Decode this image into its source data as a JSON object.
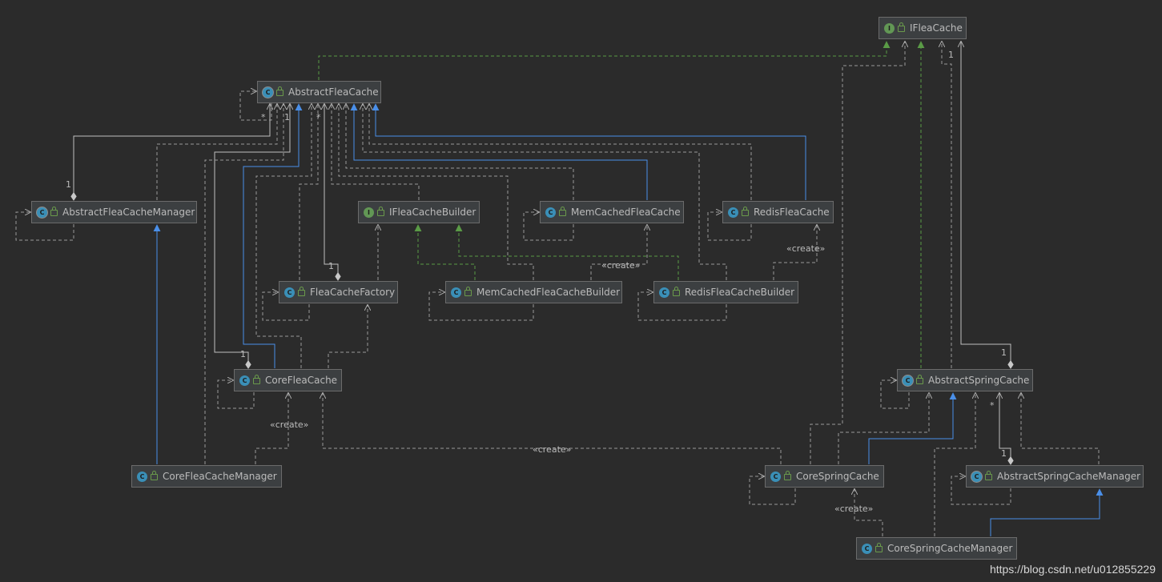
{
  "colors": {
    "background": "#2b2b2b",
    "node_fill": "#3c3f41",
    "node_border": "#6b6b6b",
    "text": "#bbbbbb",
    "dependency_line": "#9a9a9a",
    "association_line": "#bfbfbf",
    "inheritance_line": "#4a8fe8",
    "realization_line": "#5a9b46",
    "class_badge": "#3a8fb7",
    "interface_badge": "#629755"
  },
  "nodes": {
    "ifleacache": {
      "label": "IFleaCache",
      "kind": "interface",
      "icon": "interface-icon"
    },
    "abstractfleacache": {
      "label": "AbstractFleaCache",
      "kind": "abstract-class",
      "icon": "abstract-class-icon"
    },
    "abstractfleacachemanager": {
      "label": "AbstractFleaCacheManager",
      "kind": "abstract-class",
      "icon": "abstract-class-icon"
    },
    "ifleacachebuilder": {
      "label": "IFleaCacheBuilder",
      "kind": "interface",
      "icon": "interface-icon"
    },
    "memcachedfleacache": {
      "label": "MemCachedFleaCache",
      "kind": "class",
      "icon": "class-icon"
    },
    "redisfleacache": {
      "label": "RedisFleaCache",
      "kind": "class",
      "icon": "class-icon"
    },
    "fleacachefactory": {
      "label": "FleaCacheFactory",
      "kind": "class",
      "icon": "class-icon"
    },
    "memcachedfleacachebuilder": {
      "label": "MemCachedFleaCacheBuilder",
      "kind": "class",
      "icon": "class-icon"
    },
    "redisfleacachebuilder": {
      "label": "RedisFleaCacheBuilder",
      "kind": "class",
      "icon": "class-icon"
    },
    "corefleacache": {
      "label": "CoreFleaCache",
      "kind": "class",
      "icon": "class-icon"
    },
    "corefleacachemanager": {
      "label": "CoreFleaCacheManager",
      "kind": "class",
      "icon": "class-icon"
    },
    "abstractspringcache": {
      "label": "AbstractSpringCache",
      "kind": "abstract-class",
      "icon": "abstract-class-icon"
    },
    "corespringcache": {
      "label": "CoreSpringCache",
      "kind": "class",
      "icon": "class-icon"
    },
    "abstractspringcachemanager": {
      "label": "AbstractSpringCacheManager",
      "kind": "abstract-class",
      "icon": "abstract-class-icon"
    },
    "corespringcachemanager": {
      "label": "CoreSpringCacheManager",
      "kind": "class",
      "icon": "class-icon"
    }
  },
  "edge_labels": {
    "create_redis": "«create»",
    "create_memcached": "«create»",
    "create_core": "«create»",
    "create_core_long": "«create»",
    "create_spring": "«create»",
    "mult_1_afcm": "1",
    "mult_1_ffactory": "1",
    "mult_1_corefc": "1",
    "mult_star_afc_a": "*",
    "mult_star_afc_b": "*",
    "mult_1_afc": "1",
    "mult_1_ifc": "1",
    "mult_1_asc": "1",
    "mult_star_asc": "*",
    "mult_1_ascm": "1"
  },
  "watermark": "https://blog.csdn.net/u012855229"
}
